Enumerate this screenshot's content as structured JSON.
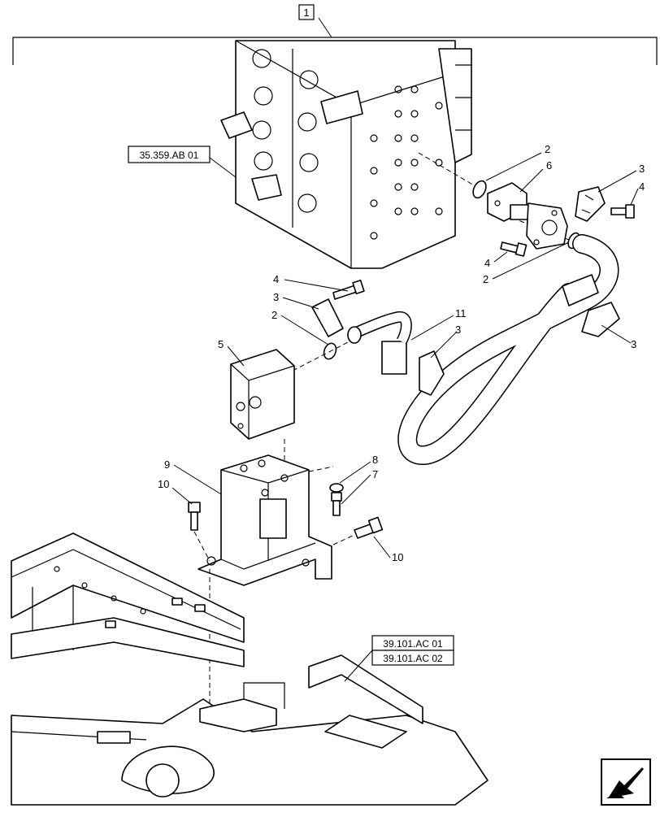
{
  "group_label": "1",
  "references": {
    "valve_ref": "35.359.AB 01",
    "frame_ref_1": "39.101.AC 01",
    "frame_ref_2": "39.101.AC 02"
  },
  "callouts": {
    "c2a": "2",
    "c6": "6",
    "c3a": "3",
    "c4a": "4",
    "c4b": "4",
    "c2b": "2",
    "c4c": "4",
    "c3b": "3",
    "c2c": "2",
    "c11": "11",
    "c3c": "3",
    "c5": "5",
    "c3d": "3",
    "c9": "9",
    "c8": "8",
    "c7": "7",
    "c10a": "10",
    "c10b": "10"
  },
  "icons": {
    "nav": "next-page-arrow-icon"
  }
}
